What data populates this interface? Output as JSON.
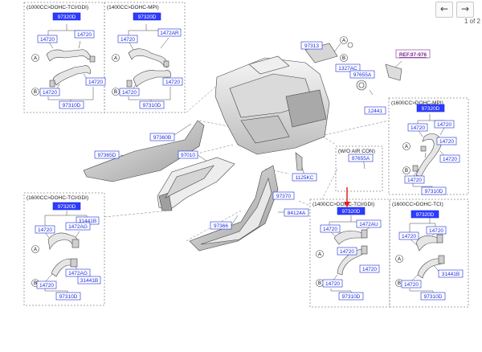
{
  "toolbar": {
    "back_icon": "arrow-left-icon",
    "forward_icon": "arrow-right-icon",
    "back_glyph": "←",
    "forward_glyph": "→",
    "page_info": "1 of 2"
  },
  "colors": {
    "part_box_fill": "#2d3bff",
    "part_box_text": "#ffffff",
    "callout_box_stroke": "#1a2bd8",
    "callout_text": "#1a2bd8",
    "ref_text": "#7a2a8c",
    "arrow_red": "#e8201b",
    "frame_dash": "#8a8a8a"
  },
  "frames": {
    "f1": "(1000CC>DOHC-TCI/GDI)",
    "f2": "(1400CC>DOHC-MPI)",
    "f3": "(1600CC>DOHC-MPI)",
    "f4": "(1600CC>DOHC-TCI/GDI)",
    "f5": "(1400CC>DOHC-TCI/GDI)",
    "f6": "(1600CC>DOHC-TCI)",
    "aircon": "(W/O AIR CON)"
  },
  "parts": {
    "f1_top": "97320D",
    "f1_a": "14720",
    "f1_b": "14720",
    "f1_c": "14720",
    "f1_d": "14720",
    "f1_bot": "97310D",
    "f2_top": "97320D",
    "f2_a": "14720",
    "f2_b": "1472AR",
    "f2_c": "14720",
    "f2_d": "14720",
    "f2_bot": "97310D",
    "m_97313": "97313",
    "m_1327ac": "1327AC",
    "m_97655a": "97655A",
    "m_12441": "12441",
    "ref": "REF.97-976",
    "m_97360b": "97360B",
    "m_97365d": "97365D",
    "m_97010": "97010",
    "m_aircon": "97655A",
    "m_1125kc": "1125KC",
    "m_97370": "97370",
    "m_84124a": "84124A",
    "m_97366": "97366",
    "f3_top": "97320D",
    "f3_a": "14720",
    "f3_b": "14720",
    "f3_c": "14720",
    "f3_d": "14720",
    "f3_e": "14720",
    "f3_bot": "97310D",
    "f4_top": "97320D",
    "f4_a": "14720",
    "f4_b": "31441B",
    "f4_c": "1472AG",
    "f4_d": "1472AG",
    "f4_e": "31441B",
    "f4_f": "14720",
    "f4_bot": "97310D",
    "f5_top": "97320D",
    "f5_a": "14720",
    "f5_b": "1472AU",
    "f5_c": "14720",
    "f5_d": "14720",
    "f5_e": "14720",
    "f5_bot": "97310D",
    "f6_top": "97320D",
    "f6_a": "14720",
    "f6_b": "14720",
    "f6_c": "31441B",
    "f6_d": "14720",
    "f6_bot": "97310D"
  },
  "markers": {
    "a": "A",
    "b": "B"
  }
}
